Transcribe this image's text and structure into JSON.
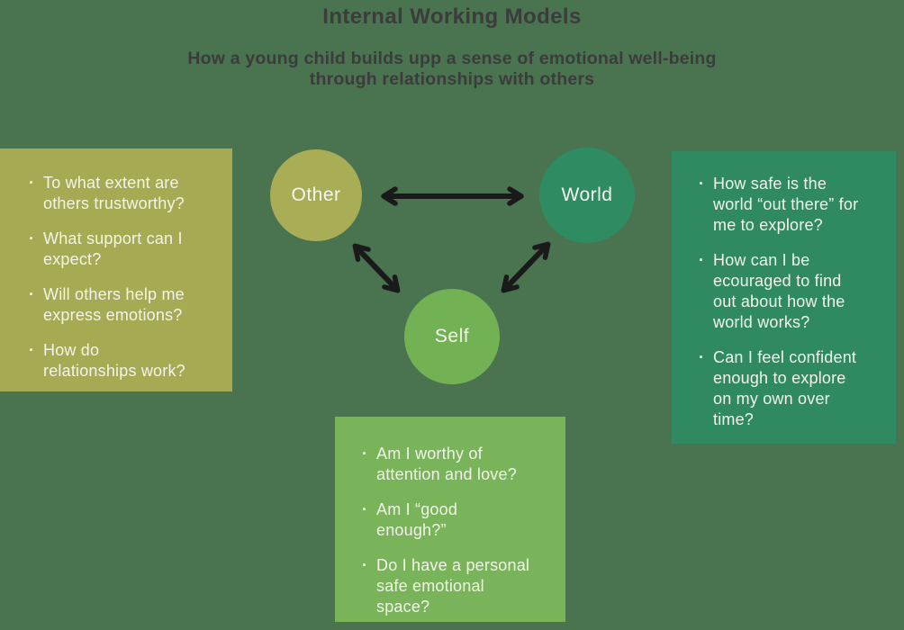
{
  "header": {
    "title": "Internal Working Models",
    "subtitle": "How a young child builds upp a sense of emotional well-being\nthrough relationships with others"
  },
  "diagram": {
    "nodes": {
      "other": {
        "label": "Other"
      },
      "world": {
        "label": "World"
      },
      "self": {
        "label": "Self"
      }
    },
    "arrows": [
      "other-world",
      "other-self",
      "world-self"
    ]
  },
  "boxes": {
    "other": {
      "items": [
        "To what extent are\nothers trustworthy?",
        "What support can I\nexpect?",
        "Will others help me\nexpress emotions?",
        "How do\nrelationships work?"
      ]
    },
    "world": {
      "items": [
        "How safe is the\nworld “out there” for\nme to explore?",
        "How can I be\necouraged to find\nout about how the\nworld works?",
        "Can I feel confident\nenough to explore\non my own over\ntime?"
      ]
    },
    "self": {
      "items": [
        "Am I worthy of\nattention and love?",
        "Am I “good\nenough?”",
        "Do I have a personal\nsafe emotional\nspace?"
      ]
    }
  },
  "colors": {
    "background": "#4A7350",
    "olive": "#A6AB53",
    "olive_circle": "#A8AD56",
    "dark_green": "#2F8A61",
    "dark_green_circle": "#2F8B62",
    "bright_green_circle": "#72B154",
    "bright_green_box": "#79B45A",
    "arrow": "#1A1A1A",
    "title_text": "#3C3C3C",
    "box_text": "#F2F4EB"
  }
}
